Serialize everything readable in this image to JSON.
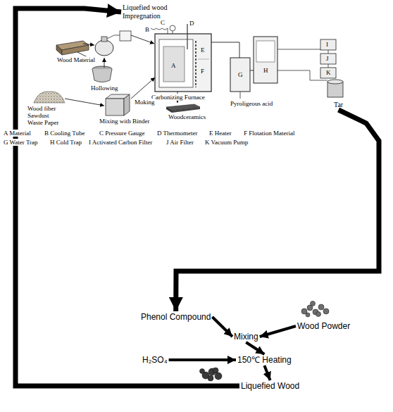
{
  "diagram": {
    "nodes": [
      {
        "text": [
          "Liquefied wood Impregnation"
        ]
      },
      {
        "text": [
          "Tar"
        ]
      },
      {
        "text": [
          "Phenol Compound"
        ]
      },
      {
        "text": [
          "Wood Powder"
        ]
      },
      {
        "text": [
          "Mixing"
        ]
      },
      {
        "text": [
          "H₂SO₄"
        ]
      },
      {
        "text": [
          "150℃ Heating"
        ]
      },
      {
        "text": [
          "Liquefied Wood"
        ]
      }
    ],
    "edges": [
      {
        "from": 1,
        "to": 2,
        "arrow": "to"
      },
      {
        "from": 2,
        "to": 4,
        "arrow": "to"
      },
      {
        "from": 3,
        "to": 4,
        "arrow": "to"
      },
      {
        "from": 5,
        "to": 6,
        "arrow": "to"
      },
      {
        "from": 4,
        "to": 6,
        "arrow": "to"
      },
      {
        "from": 6,
        "to": 7,
        "arrow": "to"
      },
      {
        "from": 7,
        "to": 0,
        "arrow": "to"
      }
    ],
    "labels": [
      "Wood Material",
      "Hollowing",
      "Wood fiber Sawdust Waste Paper",
      "Mixing with Binder",
      "B",
      "C",
      "D",
      "A",
      "E",
      "F",
      "Carbonizing Furnace",
      "Moking",
      "Woodceramics",
      "G",
      "H",
      "I",
      "J",
      "K",
      "Pyroligeous acid",
      "A Material",
      "B Cooling Tube",
      "C Pressure Gauge",
      "D Thermometer",
      "E Heater",
      "F Flotation Material",
      "G Water Trap",
      "H Cold Trap",
      "I Activated Carbon Filter",
      "J Air Filter",
      "K Vacuum Pump"
    ]
  }
}
